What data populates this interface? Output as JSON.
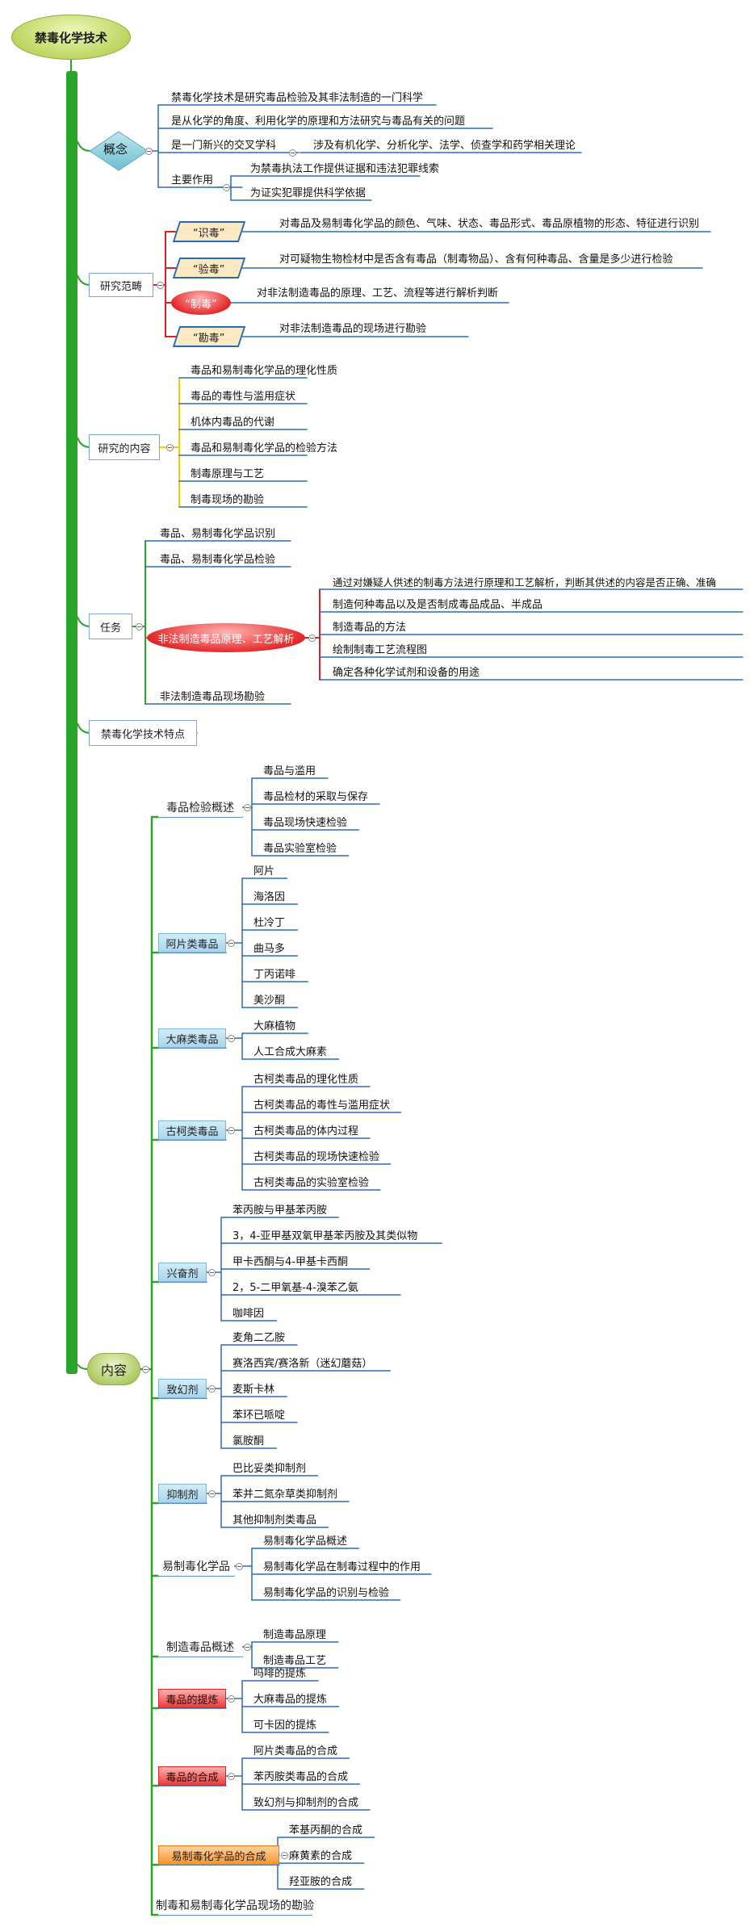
{
  "root": "禁毒化学技术",
  "concept": {
    "label": "概念",
    "items": [
      "禁毒化学技术是研究毒品检验及其非法制造的一门科学",
      "是从化学的角度、利用化学的原理和方法研究与毒品有关的问题",
      "是一门新兴的交叉学科",
      "涉及有机化学、分析化学、法学、侦查学和药学相关理论",
      "主要作用",
      "为禁毒执法工作提供证据和违法犯罪线索",
      "为证实犯罪提供科学依据"
    ]
  },
  "scope": {
    "label": "研究范畴",
    "items": [
      {
        "tag": "“识毒”",
        "desc": "对毒品及易制毒化学品的颜色、气味、状态、毒品形式、毒品原植物的形态、特征进行识别"
      },
      {
        "tag": "“验毒”",
        "desc": "对可疑物生物检材中是否含有毒品（制毒物品）、含有何种毒品、含量是多少进行检验"
      },
      {
        "tag": "“制毒”",
        "desc": "对非法制造毒品的原理、工艺、流程等进行解析判断"
      },
      {
        "tag": "“勘毒”",
        "desc": "对非法制造毒品的现场进行勘验"
      }
    ]
  },
  "content_research": {
    "label": "研究的内容",
    "items": [
      "毒品和易制毒化学品的理化性质",
      "毒品的毒性与滥用症状",
      "机体内毒品的代谢",
      "毒品和易制毒化学品的检验方法",
      "制毒原理与工艺",
      "制毒现场的勘验"
    ]
  },
  "tasks": {
    "label": "任务",
    "items": [
      "毒品、易制毒化学品识别",
      "毒品、易制毒化学品检验",
      "非法制造毒品原理、工艺解析",
      "非法制造毒品现场勘验"
    ],
    "sub": [
      "通过对嫌疑人供述的制毒方法进行原理和工艺解析，判断其供述的内容是否正确、准确",
      "制造何种毒品以及是否制成毒品成品、半成品",
      "制造毒品的方法",
      "绘制制毒工艺流程图",
      "确定各种化学试剂和设备的用途"
    ]
  },
  "features": "禁毒化学技术特点",
  "contents": {
    "label": "内容",
    "groups": [
      {
        "label": "毒品检验概述",
        "style": "plain",
        "items": [
          "毒品与滥用",
          "毒品检材的采取与保存",
          "毒品现场快速检验",
          "毒品实验室检验"
        ]
      },
      {
        "label": "阿片类毒品",
        "style": "blue",
        "items": [
          "阿片",
          "海洛因",
          "杜冷丁",
          "曲马多",
          "丁丙诺啡",
          "美沙酮"
        ]
      },
      {
        "label": "大麻类毒品",
        "style": "blue",
        "items": [
          "大麻植物",
          "人工合成大麻素"
        ]
      },
      {
        "label": "古柯类毒品",
        "style": "blue",
        "items": [
          "古柯类毒品的理化性质",
          "古柯类毒品的毒性与滥用症状",
          "古柯类毒品的体内过程",
          "古柯类毒品的现场快速检验",
          "古柯类毒品的实验室检验"
        ]
      },
      {
        "label": "兴奋剂",
        "style": "blue",
        "items": [
          "苯丙胺与甲基苯丙胺",
          "3，4-亚甲基双氧甲基苯丙胺及其类似物",
          "甲卡西酮与4-甲基卡西酮",
          "2，5-二甲氧基-4-溴苯乙氨",
          "咖啡因"
        ]
      },
      {
        "label": "致幻剂",
        "style": "blue",
        "items": [
          "麦角二乙胺",
          "赛洛西宾/赛洛新（迷幻蘑菇）",
          "麦斯卡林",
          "苯环已哌啶",
          "氯胺酮"
        ]
      },
      {
        "label": "抑制剂",
        "style": "blue",
        "items": [
          "巴比妥类抑制剂",
          "苯并二氮杂草类抑制剂",
          "其他抑制剂类毒品"
        ]
      },
      {
        "label": "易制毒化学品",
        "style": "plain",
        "items": [
          "易制毒化学品概述",
          "易制毒化学品在制毒过程中的作用",
          "易制毒化学品的识别与检验"
        ]
      },
      {
        "label": "制造毒品概述",
        "style": "plain",
        "items": [
          "制造毒品原理",
          "制造毒品工艺"
        ]
      },
      {
        "label": "毒品的提炼",
        "style": "red",
        "items": [
          "吗啡的提炼",
          "大麻毒品的提炼",
          "可卡因的提炼"
        ]
      },
      {
        "label": "毒品的合成",
        "style": "red",
        "items": [
          "阿片类毒品的合成",
          "苯丙胺类毒品的合成",
          "致幻剂与抑制剂的合成"
        ]
      },
      {
        "label": "易制毒化学品的合成",
        "style": "orange",
        "items": [
          "苯基丙酮的合成",
          "麻黄素的合成",
          "羟亚胺的合成"
        ]
      },
      {
        "label": "制毒和易制毒化学品现场的勘验",
        "style": "plain",
        "items": []
      }
    ]
  },
  "colors": {
    "green": "#2aa52a",
    "blue": "#2a6bb5",
    "red": "#e02020",
    "yellow": "#f2d000",
    "teal": "#58b8b0"
  }
}
